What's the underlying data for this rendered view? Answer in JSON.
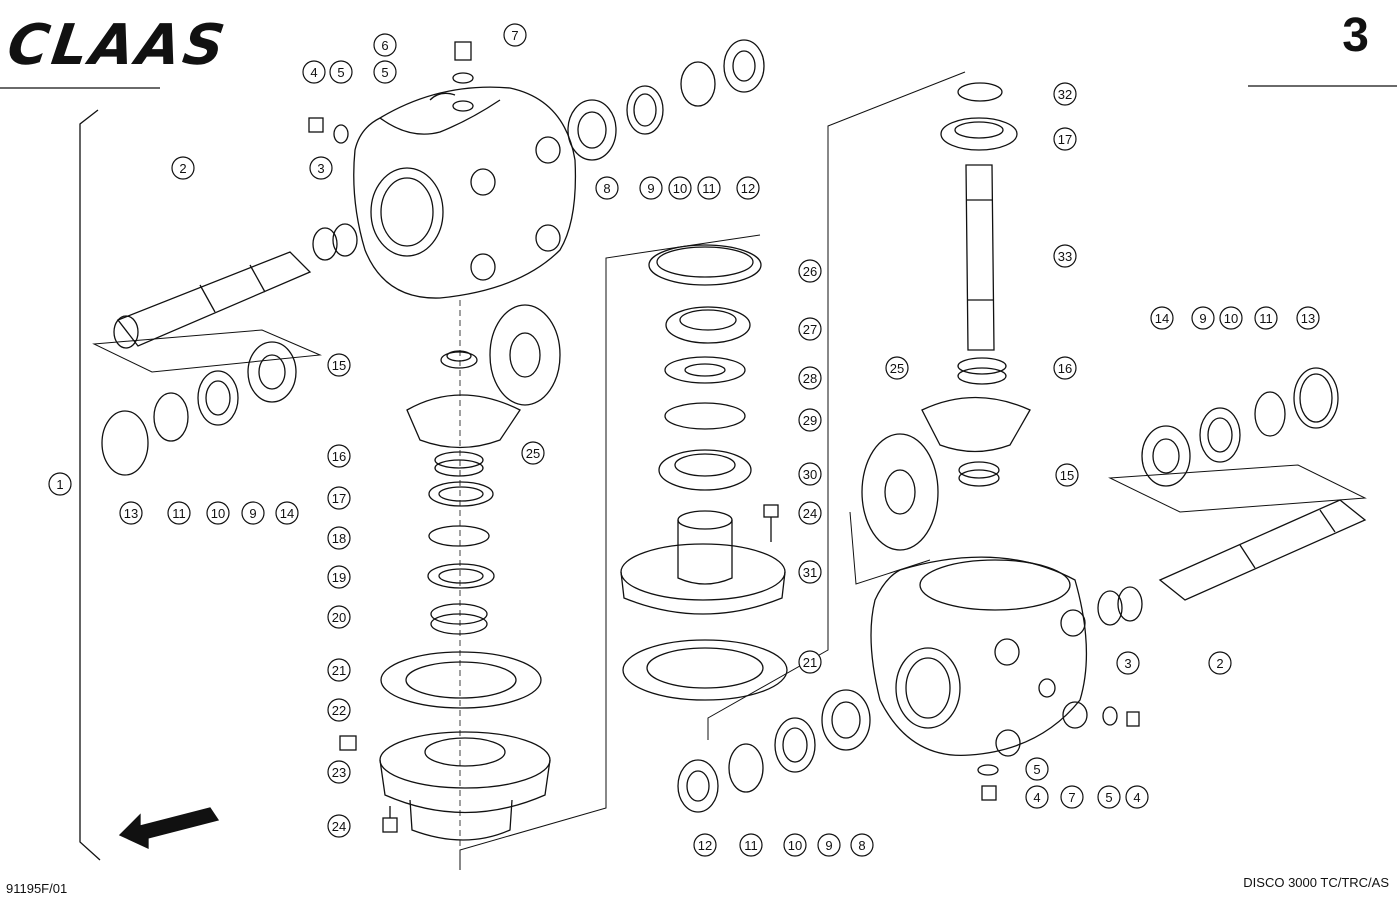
{
  "header": {
    "brand": "CLAAS",
    "page_number": "3"
  },
  "footer": {
    "drawing_ref": "91195F/01",
    "model": "DISCO 3000 TC/TRC/AS"
  },
  "callouts": [
    {
      "id": "c-1",
      "label": "1"
    },
    {
      "id": "c-2a",
      "label": "2"
    },
    {
      "id": "c-2b",
      "label": "2"
    },
    {
      "id": "c-3a",
      "label": "3"
    },
    {
      "id": "c-3b",
      "label": "3"
    },
    {
      "id": "c-4a",
      "label": "4"
    },
    {
      "id": "c-4b",
      "label": "4"
    },
    {
      "id": "c-4c",
      "label": "4"
    },
    {
      "id": "c-5a",
      "label": "5"
    },
    {
      "id": "c-5b",
      "label": "5"
    },
    {
      "id": "c-5c",
      "label": "5"
    },
    {
      "id": "c-5d",
      "label": "5"
    },
    {
      "id": "c-6",
      "label": "6"
    },
    {
      "id": "c-7a",
      "label": "7"
    },
    {
      "id": "c-7b",
      "label": "7"
    },
    {
      "id": "c-8a",
      "label": "8"
    },
    {
      "id": "c-8b",
      "label": "8"
    },
    {
      "id": "c-9a",
      "label": "9"
    },
    {
      "id": "c-9b",
      "label": "9"
    },
    {
      "id": "c-9c",
      "label": "9"
    },
    {
      "id": "c-9d",
      "label": "9"
    },
    {
      "id": "c-10a",
      "label": "10"
    },
    {
      "id": "c-10b",
      "label": "10"
    },
    {
      "id": "c-10c",
      "label": "10"
    },
    {
      "id": "c-10d",
      "label": "10"
    },
    {
      "id": "c-11a",
      "label": "11"
    },
    {
      "id": "c-11b",
      "label": "11"
    },
    {
      "id": "c-11c",
      "label": "11"
    },
    {
      "id": "c-11d",
      "label": "11"
    },
    {
      "id": "c-12a",
      "label": "12"
    },
    {
      "id": "c-12b",
      "label": "12"
    },
    {
      "id": "c-13a",
      "label": "13"
    },
    {
      "id": "c-13b",
      "label": "13"
    },
    {
      "id": "c-14a",
      "label": "14"
    },
    {
      "id": "c-14b",
      "label": "14"
    },
    {
      "id": "c-15a",
      "label": "15"
    },
    {
      "id": "c-15b",
      "label": "15"
    },
    {
      "id": "c-16a",
      "label": "16"
    },
    {
      "id": "c-16b",
      "label": "16"
    },
    {
      "id": "c-17a",
      "label": "17"
    },
    {
      "id": "c-17b",
      "label": "17"
    },
    {
      "id": "c-18",
      "label": "18"
    },
    {
      "id": "c-19",
      "label": "19"
    },
    {
      "id": "c-20",
      "label": "20"
    },
    {
      "id": "c-21a",
      "label": "21"
    },
    {
      "id": "c-21b",
      "label": "21"
    },
    {
      "id": "c-22",
      "label": "22"
    },
    {
      "id": "c-23",
      "label": "23"
    },
    {
      "id": "c-24a",
      "label": "24"
    },
    {
      "id": "c-24b",
      "label": "24"
    },
    {
      "id": "c-25a",
      "label": "25"
    },
    {
      "id": "c-25b",
      "label": "25"
    },
    {
      "id": "c-26",
      "label": "26"
    },
    {
      "id": "c-27",
      "label": "27"
    },
    {
      "id": "c-28",
      "label": "28"
    },
    {
      "id": "c-29",
      "label": "29"
    },
    {
      "id": "c-30",
      "label": "30"
    },
    {
      "id": "c-31",
      "label": "31"
    },
    {
      "id": "c-32",
      "label": "32"
    },
    {
      "id": "c-33",
      "label": "33"
    }
  ]
}
